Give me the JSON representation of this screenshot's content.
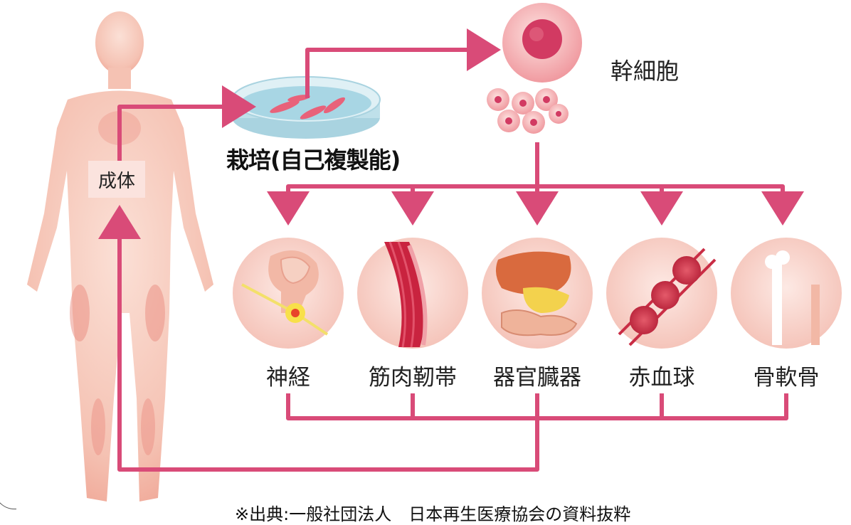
{
  "labels": {
    "adult": "成体",
    "culture": "栽培(自己複製能)",
    "stem_cell": "幹細胞"
  },
  "tissues": [
    {
      "label": "神経",
      "icon": "nerve-icon"
    },
    {
      "label": "筋肉靭帯",
      "icon": "muscle-ligament-icon"
    },
    {
      "label": "器官臓器",
      "icon": "organ-icon"
    },
    {
      "label": "赤血球",
      "icon": "red-blood-cell-icon"
    },
    {
      "label": "骨軟骨",
      "icon": "bone-cartilage-icon"
    }
  ],
  "source": "※出典:一般社団法人　日本再生医療協会の資料抜粋",
  "colors": {
    "arrow": "#d94b78",
    "skin": "#f6c6b8",
    "skin_dark": "#e98f82",
    "circle_bg": "#f9d6cf",
    "dish": "#bfe0ea",
    "cell": "#f4a0a8",
    "nucleus": "#d23a62"
  }
}
